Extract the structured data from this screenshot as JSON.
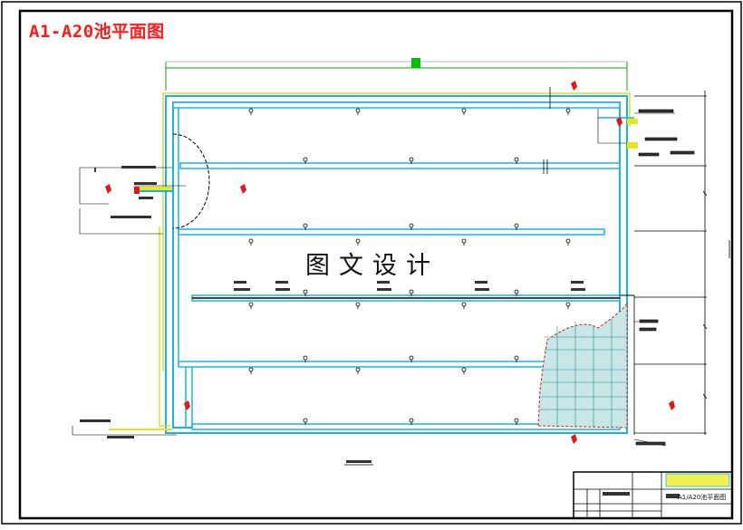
{
  "drawing": {
    "title": "A1-A20池平面图",
    "watermark": "图文设计"
  },
  "title_block": {
    "drawing_name": "A1/A20池平面图"
  },
  "colors": {
    "frame": "#000000",
    "title_red": "#ff1a1a",
    "pipe_blue": "#19b4e6",
    "pipe_yellow": "#e6e619",
    "dimension_green": "#00b400",
    "mesh_pattern": "#1a8c8c",
    "leader_text": "#000000"
  }
}
